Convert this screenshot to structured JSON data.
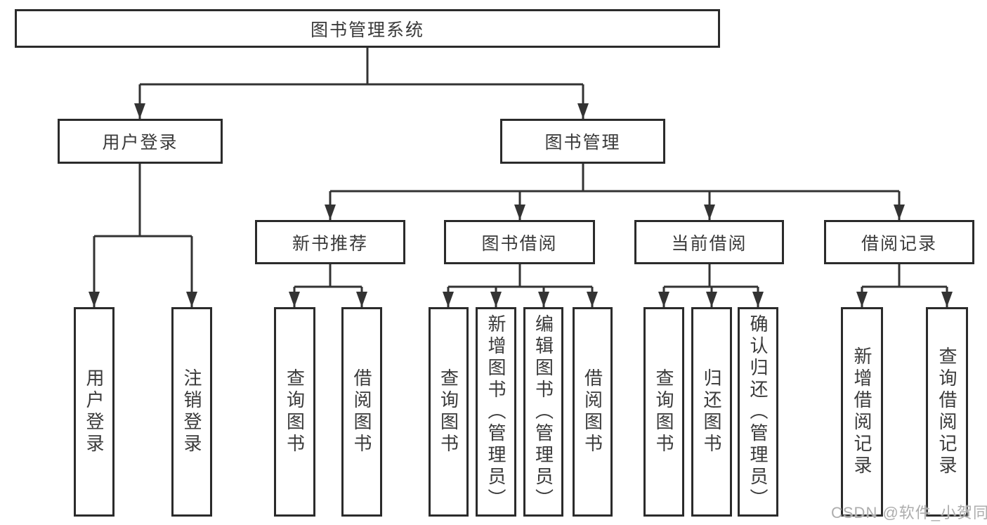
{
  "title": "图书管理系统",
  "branches": {
    "user_login": {
      "label": "用户登录",
      "leaves": [
        {
          "label": "用户登录"
        },
        {
          "label": "注销登录"
        }
      ]
    },
    "book_mgmt": {
      "label": "图书管理",
      "sections": {
        "new_book": {
          "label": "新书推荐",
          "leaves": [
            {
              "label": "查询图书"
            },
            {
              "label": "借阅图书"
            }
          ]
        },
        "borrow": {
          "label": "图书借阅",
          "leaves": [
            {
              "label": "查询图书"
            },
            {
              "label": "新增图书（管理员）"
            },
            {
              "label": "编辑图书（管理员）"
            },
            {
              "label": "借阅图书"
            }
          ]
        },
        "current": {
          "label": "当前借阅",
          "leaves": [
            {
              "label": "查询图书"
            },
            {
              "label": "归还图书"
            },
            {
              "label": "确认归还（管理员）"
            }
          ]
        },
        "records": {
          "label": "借阅记录",
          "leaves": [
            {
              "label": "新增借阅记录"
            },
            {
              "label": "查询借阅记录"
            }
          ]
        }
      }
    }
  },
  "watermark": "CSDN @软件_小贺同学",
  "colors": {
    "line": "#333333",
    "border": "#2b2b2b",
    "text": "#3a3a3a",
    "watermark": "#adadad",
    "background": "#ffffff"
  }
}
